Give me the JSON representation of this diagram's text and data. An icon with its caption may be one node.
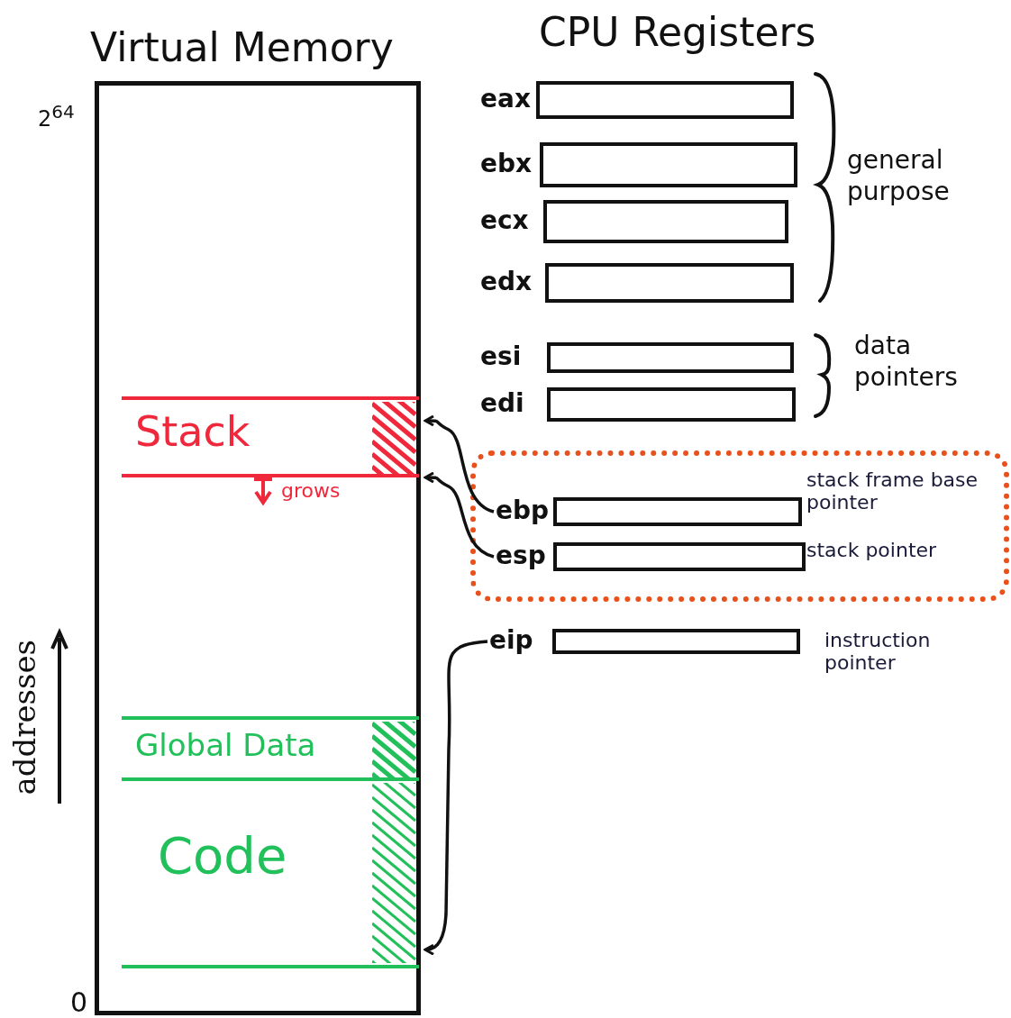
{
  "diagram": {
    "nodes": [
      {
        "text": [
          "Virtual Memory"
        ]
      },
      {
        "text": [
          "Stack"
        ],
        "in": 0,
        "beside": [
          "grows"
        ]
      },
      {
        "text": [
          "Global Data"
        ],
        "in": 0
      },
      {
        "text": [
          "Code"
        ],
        "in": 0
      },
      {
        "text": [
          "eax"
        ]
      },
      {
        "text": [
          "ebx"
        ]
      },
      {
        "text": [
          "ecx"
        ]
      },
      {
        "text": [
          "edx"
        ]
      },
      {
        "text": [
          "esi"
        ]
      },
      {
        "text": [
          "edi"
        ]
      },
      {
        "text": [],
        "shape": "box"
      },
      {
        "text": [
          "ebp"
        ],
        "in": 10,
        "beside": [
          "stack frame base pointer"
        ]
      },
      {
        "text": [
          "esp"
        ],
        "in": 10,
        "beside": [
          "stack pointer"
        ]
      },
      {
        "text": [
          "eip"
        ],
        "beside": [
          "instruction pointer"
        ]
      }
    ],
    "edges": [
      {
        "from": 11,
        "to": 1,
        "arrow": "to"
      },
      {
        "from": 12,
        "to": 1,
        "arrow": "to"
      },
      {
        "from": 13,
        "to": 3,
        "arrow": "to"
      }
    ],
    "labels": [
      "CPU Registers",
      "2$^{64}$",
      "0",
      "addresses",
      "general purpose",
      "data pointers"
    ]
  }
}
